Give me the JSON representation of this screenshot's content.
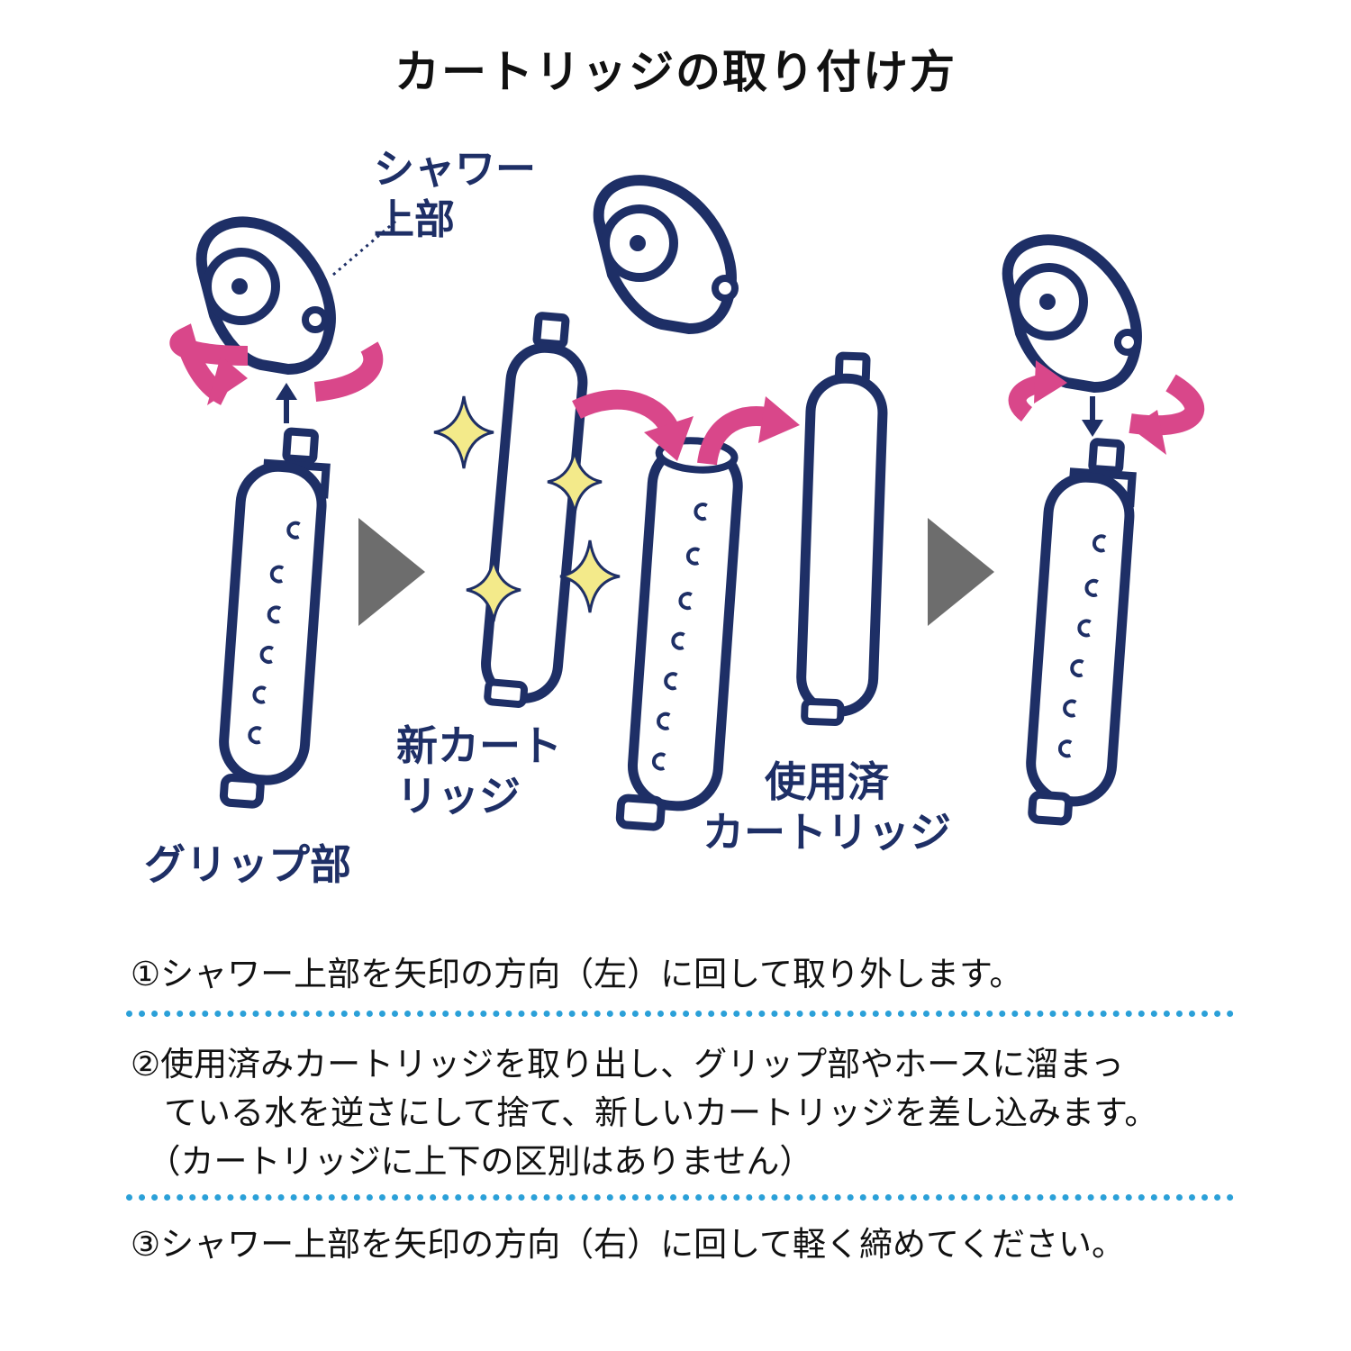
{
  "title": "カートリッジの取り付け方",
  "labels": {
    "shower_top": "シャワー\n上部",
    "new_cartridge": "新カート\nリッジ",
    "grip": "グリップ部",
    "used_cartridge": "使用済\nカートリッジ"
  },
  "steps": [
    "①シャワー上部を矢印の方向（左）に回して取り外します。",
    "②使用済みカートリッジを取り出し、グリップ部やホースに溜まっ\n　ている水を逆さにして捨て、新しいカートリッジを差し込みます。\n　（カートリッジに上下の区別はありません）",
    "③シャワー上部を矢印の方向（右）に回して軽く締めてください。"
  ],
  "colors": {
    "outline": "#1e2f66",
    "arrow_pink": "#d9478a",
    "sparkle": "#f3ea8a",
    "triangle": "#6d6d6d",
    "separator": "#2ba0d8"
  }
}
